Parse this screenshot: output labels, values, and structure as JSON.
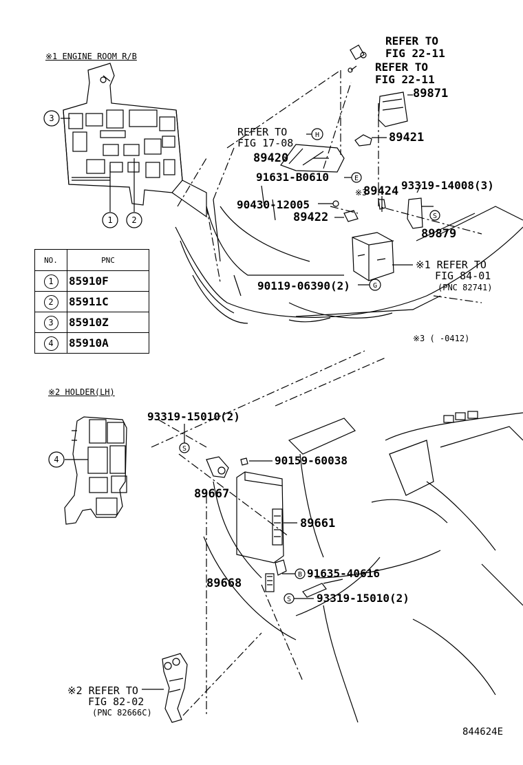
{
  "section_titles": {
    "engine_room": "※1 ENGINE ROOM R/B",
    "holder": "※2 HOLDER(LH)"
  },
  "callouts": {
    "c1": "1",
    "c2": "2",
    "c3": "3",
    "c4": "4"
  },
  "pnc_table": {
    "headers": [
      "NO.",
      "PNC"
    ],
    "rows": [
      {
        "no": "1",
        "pnc": "85910F"
      },
      {
        "no": "2",
        "pnc": "85911C"
      },
      {
        "no": "3",
        "pnc": "85910Z"
      },
      {
        "no": "4",
        "pnc": "85910A"
      }
    ]
  },
  "parts": {
    "p89871": "89871",
    "p89421": "89421",
    "p89420": "89420",
    "p91631": "91631-B0610",
    "p89424": "89424",
    "p90430": "90430-12005",
    "p89422": "89422",
    "p93319a": "93319-14008(3)",
    "p89879": "89879",
    "p90119": "90119-06390(2)",
    "p93319b": "93319-15010(2)",
    "p90159": "90159-60038",
    "p89667": "89667",
    "p89661": "89661",
    "p91635": "91635-40616",
    "p89668": "89668",
    "p93319c": "93319-15010(2)"
  },
  "refs": {
    "ref_a_1": "REFER TO",
    "ref_a_2": "FIG 22-11",
    "ref_b_1": "REFER TO",
    "ref_b_2": "FIG 22-11",
    "ref_c_1": "REFER TO",
    "ref_c_2": "FIG 17-08",
    "ref_d_1": "※1 REFER TO",
    "ref_d_2": "FIG 84-01",
    "ref_d_3": "(PNC 82741)",
    "ref_e_1": "※2 REFER TO",
    "ref_e_2": "FIG 82-02",
    "ref_e_3": "(PNC 82666C)"
  },
  "markers": {
    "star3": "※3",
    "note3": "※3 (    -0412)",
    "h": "H",
    "e": "E",
    "s": "S",
    "g": "G",
    "b": "B"
  },
  "footer_code": "844624E"
}
